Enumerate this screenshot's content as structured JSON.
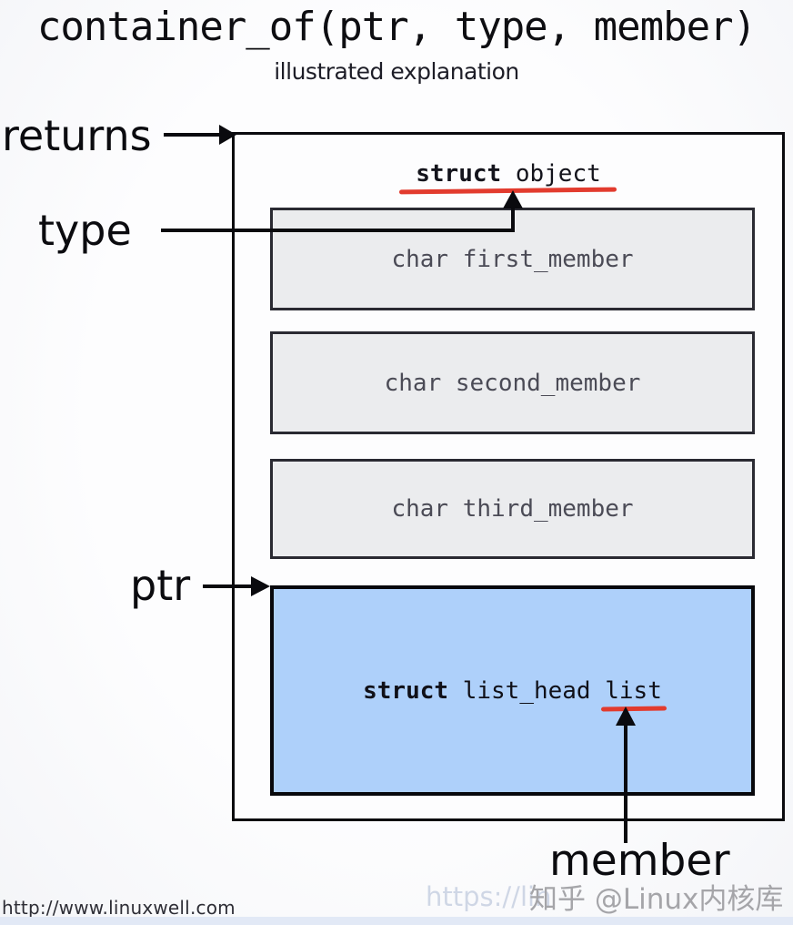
{
  "header": {
    "title": "container_of(ptr, type, member)",
    "subtitle": "illustrated explanation"
  },
  "labels": {
    "returns": "returns",
    "type": "type",
    "ptr": "ptr",
    "member": "member"
  },
  "diagram": {
    "object_label": {
      "keyword": "struct",
      "name": "object"
    },
    "members": [
      {
        "text": "char first_member"
      },
      {
        "text": "char second_member"
      },
      {
        "text": "char third_member"
      }
    ],
    "list_member": {
      "keyword": "struct",
      "type_name": "list_head",
      "field": "list"
    }
  },
  "footer": {
    "url": "http://www.linuxwell.com",
    "watermark_url": "https://lin",
    "watermark_author": "知乎 @Linux内核库"
  },
  "colors": {
    "accent_red": "#e23b2e",
    "member_fill": "#ebecee",
    "list_fill": "#aed0fa",
    "line_black": "#0a0a0e"
  }
}
